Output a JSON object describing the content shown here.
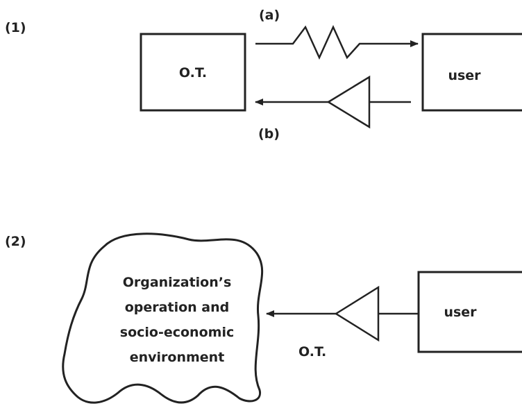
{
  "diagram1": {
    "number": "(1)",
    "left_box_label": "O.T.",
    "right_box_label": "user",
    "top_arrow_label": "(a)",
    "bottom_arrow_label": "(b)"
  },
  "diagram2": {
    "number": "(2)",
    "cloud_label_lines": [
      "Organization’s",
      "operation and",
      "socio-economic",
      "environment"
    ],
    "box_label": "user",
    "arrow_label": "O.T."
  }
}
